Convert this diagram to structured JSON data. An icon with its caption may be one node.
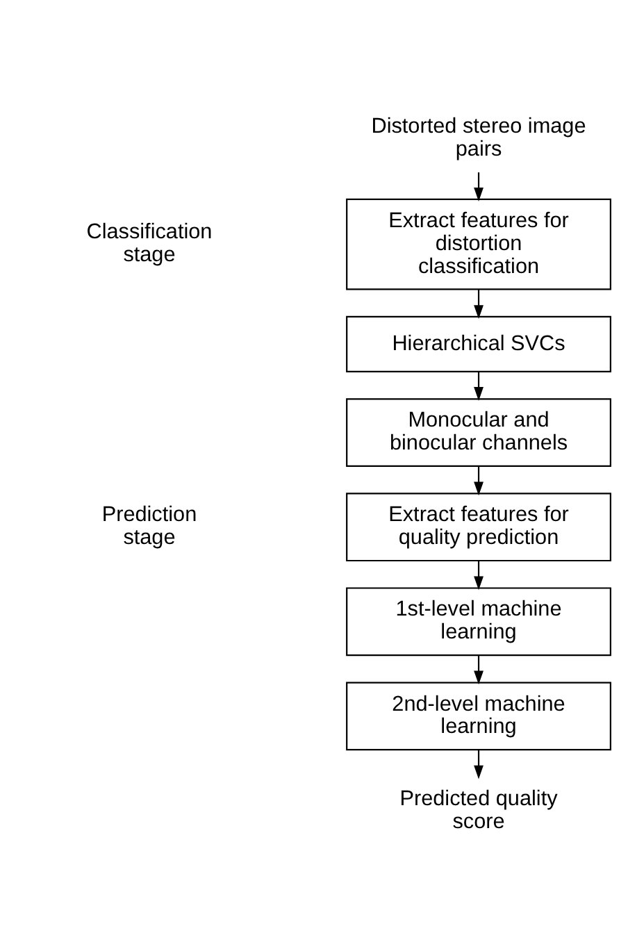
{
  "diagram": {
    "nodes": [
      {
        "text": [
          "Distorted stereo image pairs"
        ]
      },
      {
        "text": [
          "Extract features for distortion classification"
        ]
      },
      {
        "text": [
          "Hierarchical SVCs"
        ]
      },
      {
        "text": [
          "Monocular and binocular channels"
        ]
      },
      {
        "text": [
          "Extract features for quality prediction"
        ]
      },
      {
        "text": [
          "1st-level machine learning"
        ]
      },
      {
        "text": [
          "2nd-level machine learning"
        ]
      },
      {
        "text": [
          "Predicted quality score"
        ]
      }
    ],
    "edges": [
      {
        "from": 0,
        "to": 1,
        "arrow": "to"
      },
      {
        "from": 1,
        "to": 2,
        "arrow": "to"
      },
      {
        "from": 2,
        "to": 3,
        "arrow": "to"
      },
      {
        "from": 3,
        "to": 4,
        "arrow": "to"
      },
      {
        "from": 4,
        "to": 5,
        "arrow": "to"
      },
      {
        "from": 5,
        "to": 6,
        "arrow": "to"
      },
      {
        "from": 6,
        "to": 7,
        "arrow": "to"
      }
    ],
    "labels": [
      "Classification stage",
      "Prediction stage"
    ]
  }
}
